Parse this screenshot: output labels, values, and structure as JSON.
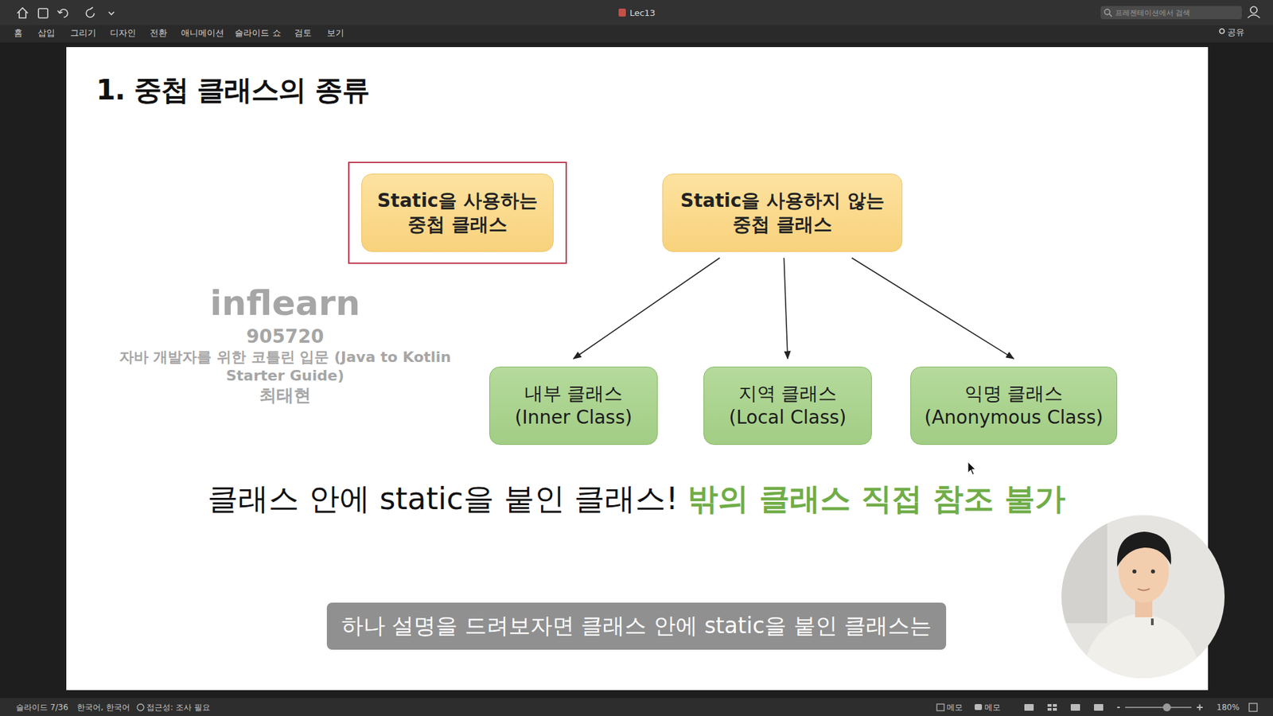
{
  "diagram": {
    "title": "1. 중첩 클래스의 종류",
    "nodes": [
      {
        "text": [
          "Static을 사용하는 중첩 클래스"
        ]
      },
      {
        "text": [
          "Static을 사용하지 않는 중첩 클래스"
        ]
      },
      {
        "text": [
          "내부 클래스 (Inner Class)"
        ]
      },
      {
        "text": [
          "지역 클래스 (Local Class)"
        ]
      },
      {
        "text": [
          "익명 클래스 (Anonymous Class)"
        ]
      }
    ],
    "edges": [
      {
        "from": 1,
        "to": 2,
        "arrow": "to"
      },
      {
        "from": 1,
        "to": 3,
        "arrow": "to"
      },
      {
        "from": 1,
        "to": 4,
        "arrow": "to"
      }
    ],
    "labels": [
      "Lec13",
      "프레젠테이션에서 검색",
      "홈",
      "삽입",
      "그리기",
      "디자인",
      "전환",
      "애니메이션",
      "슬라이드 쇼",
      "검토",
      "보기",
      "공유",
      "inflearn",
      "905720",
      "자바 개발자를 위한 코틀린 입문 (Java to Kotlin Starter Guide)",
      "최태현",
      "클래스 안에 static을 붙인 클래스!",
      "밖의 클래스 직접 참조 불가",
      "하나 설명을 드려보자면 클래스 안에 static을 붙인 클래스는",
      "슬라이드 7/36",
      "한국어, 한국어",
      "접근성: 조사 필요",
      "메모",
      "메모",
      "180%"
    ]
  }
}
